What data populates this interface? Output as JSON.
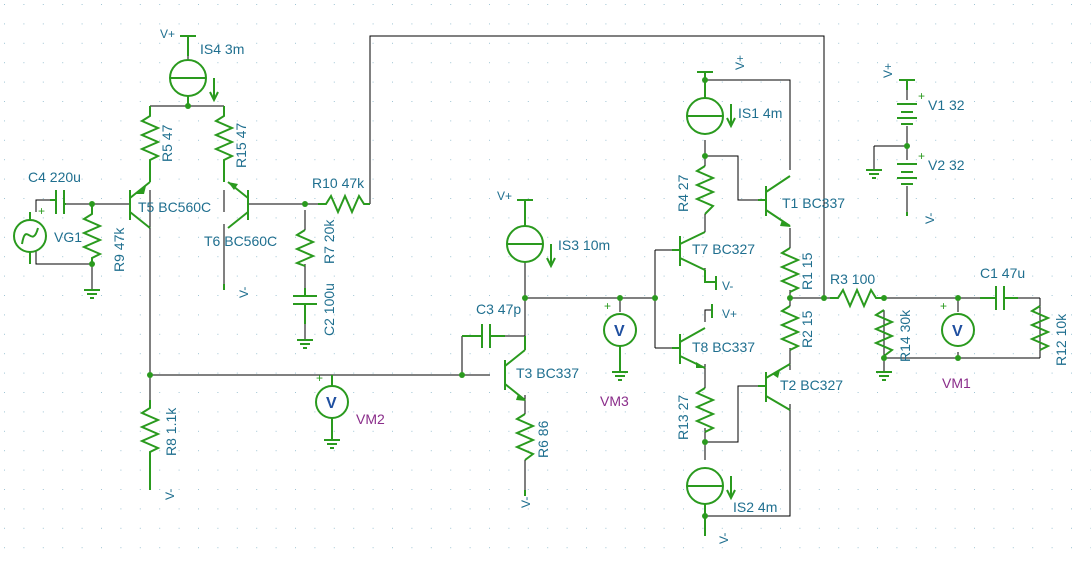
{
  "colors": {
    "background": "#ffffff",
    "grid": "#9fc4d4",
    "wire": "#000000",
    "component": "#2a9a1e",
    "label": "#1f6f8f",
    "instrument_label": "#8a2d8a",
    "meter_glyph": "#1f4fa0"
  },
  "rails": {
    "positive": "V+",
    "negative": "V-"
  },
  "meter_glyph": "V",
  "polarity": {
    "plus": "+"
  },
  "labels": {
    "IS4": "IS4 3m",
    "R5": "R5 47",
    "R15": "R15 47",
    "T5": "T5 BC560C",
    "T6": "T6 BC560C",
    "C4": "C4 220u",
    "VG1": "VG1",
    "R9": "R9 47k",
    "R10": "R10 47k",
    "R7": "R7 20k",
    "C2": "C2 100u",
    "R8": "R8 1.1k",
    "VM2": "VM2",
    "IS3": "IS3 10m",
    "C3": "C3 47p",
    "T3": "T3 BC337",
    "R6": "R6 86",
    "VM3": "VM3",
    "IS1": "IS1 4m",
    "R4": "R4 27",
    "T7": "T7 BC327",
    "T8": "T8 BC337",
    "R13": "R13 27",
    "IS2": "IS2 4m",
    "T1": "T1 BC337",
    "T2": "T2 BC327",
    "R1": "R1 15",
    "R2": "R2 15",
    "R3": "R3 100",
    "R14": "R14 30k",
    "VM1": "VM1",
    "C1": "C1 47u",
    "R12": "R12 10k",
    "V1": "V1 32",
    "V2": "V2 32"
  }
}
